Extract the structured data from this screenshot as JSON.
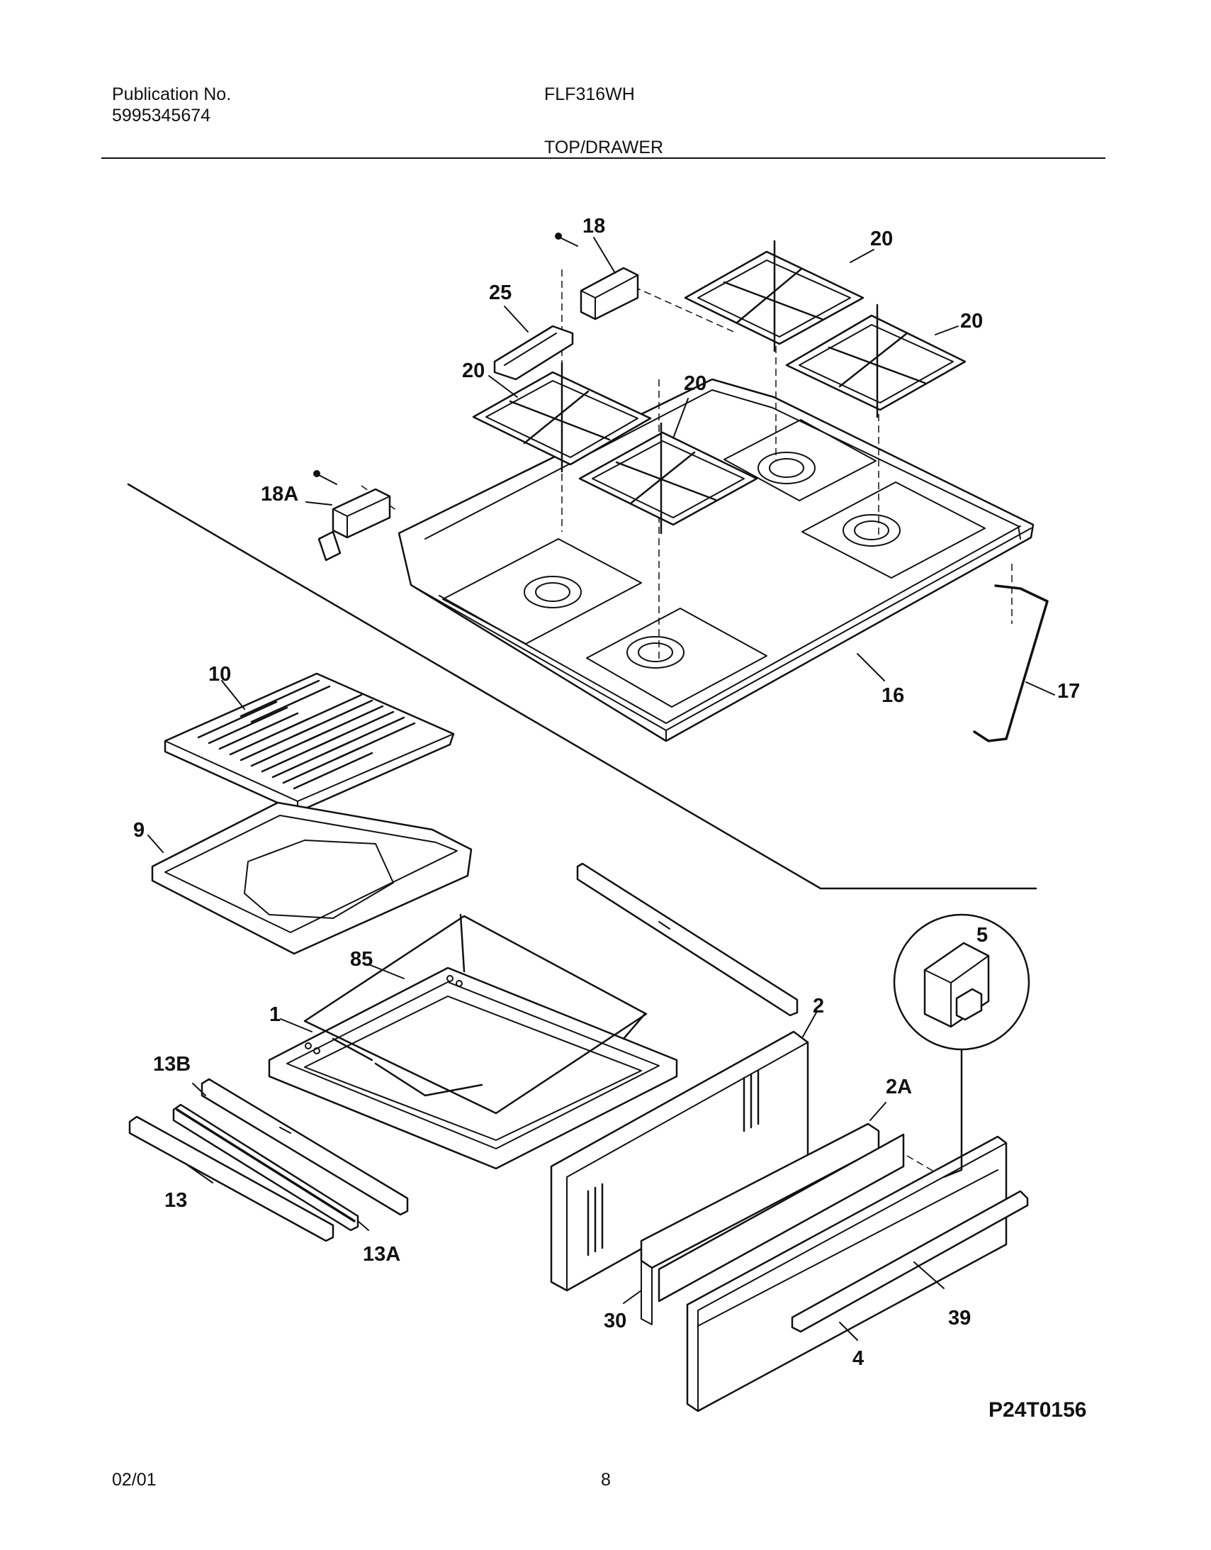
{
  "header": {
    "publication_label": "Publication No.",
    "publication_number": "5995345674",
    "model": "FLF316WH",
    "section_title": "TOP/DRAWER"
  },
  "footer": {
    "date": "02/01",
    "page_number": "8"
  },
  "diagram": {
    "code": "P24T0156",
    "part_labels": [
      "18",
      "25",
      "20",
      "20",
      "20",
      "20",
      "18A",
      "10",
      "16",
      "17",
      "9",
      "85",
      "5",
      "1",
      "2",
      "13B",
      "2A",
      "13",
      "13A",
      "30",
      "39",
      "4"
    ]
  }
}
